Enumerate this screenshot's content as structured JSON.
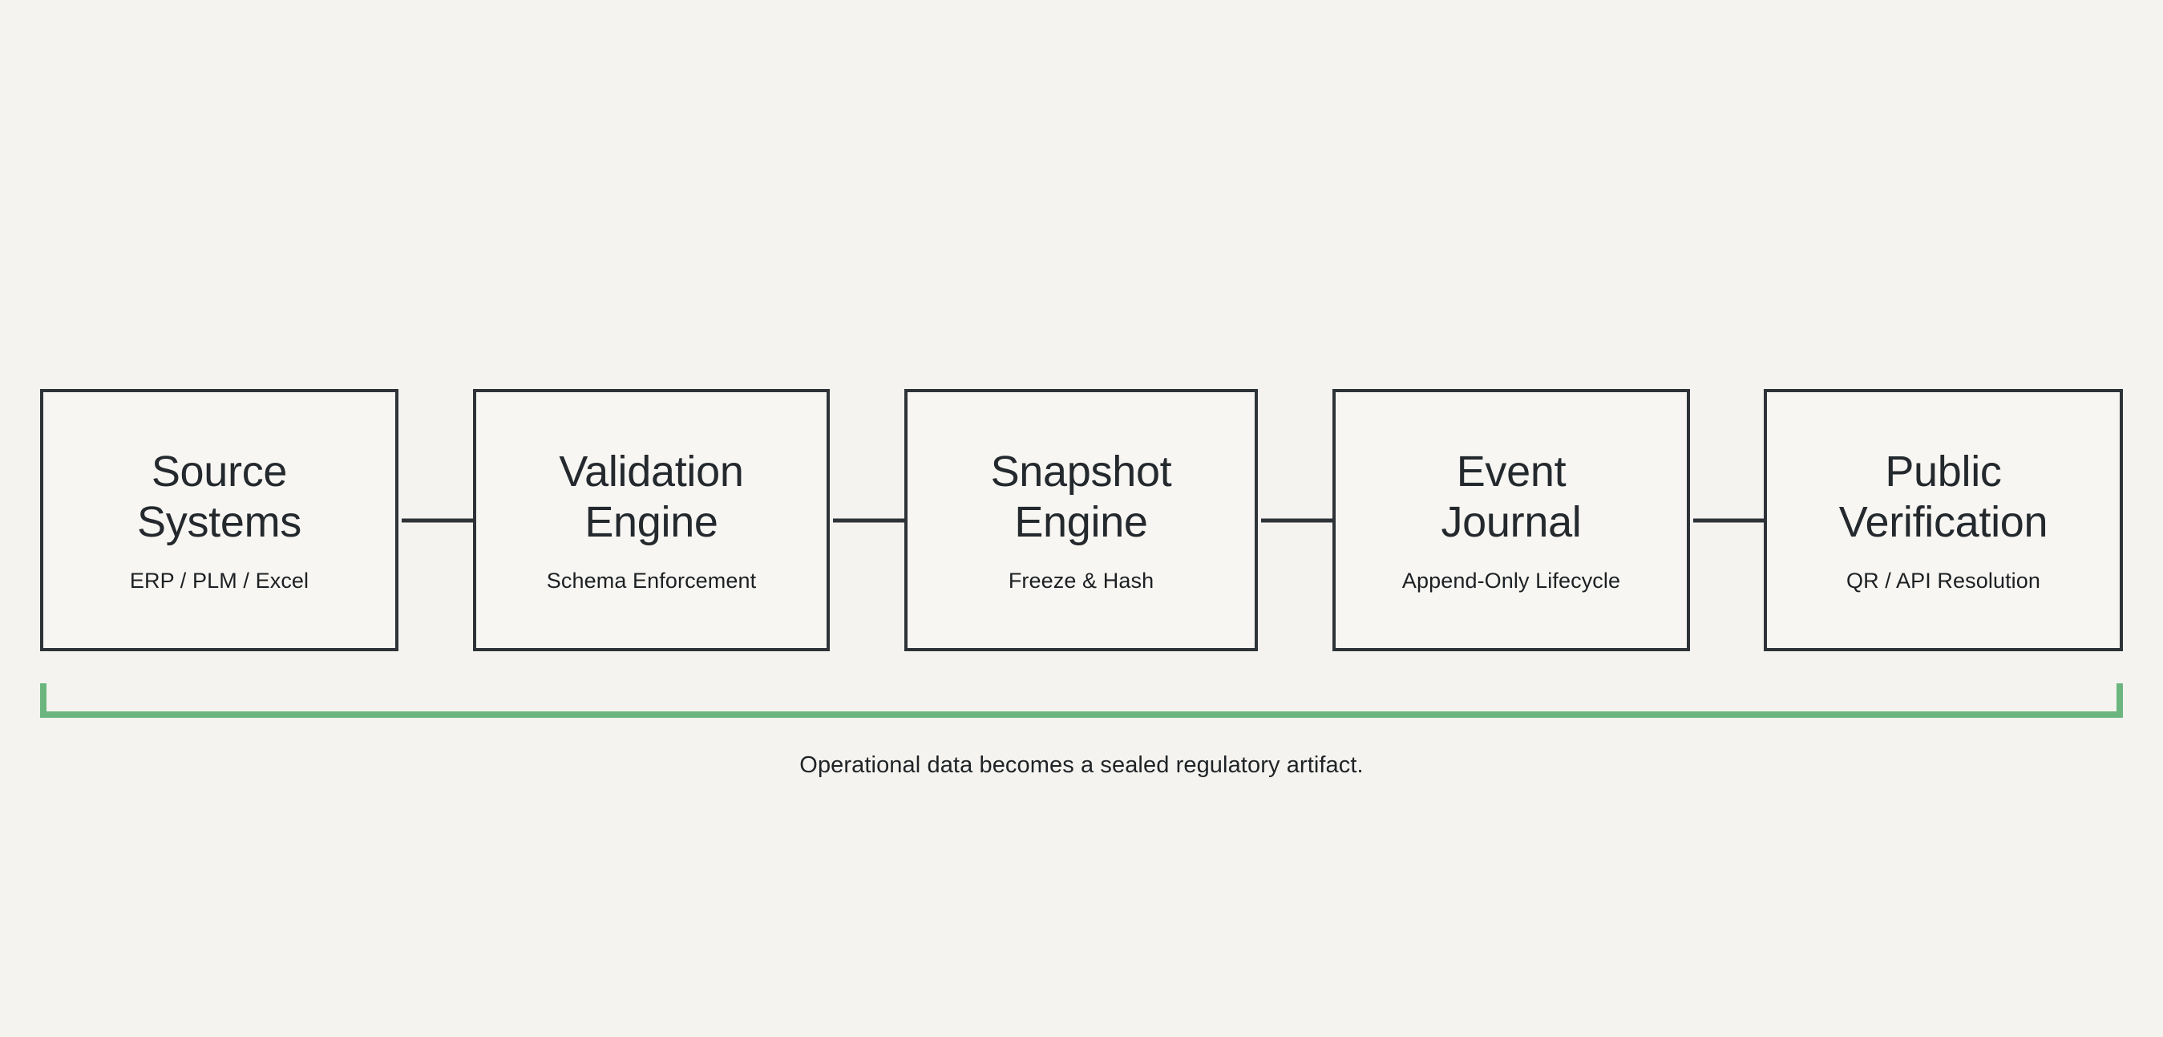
{
  "diagram": {
    "type": "flow-pipeline",
    "orientation": "horizontal",
    "background_color": "#f4f3ef",
    "box_border_color": "#2e3338",
    "box_fill_color": "#f7f6f2",
    "arrow_color": "#2e3338",
    "accent_color": "#6bb67f",
    "caption": "Operational data becomes a sealed regulatory artifact.",
    "stages": [
      {
        "title": "Source\nSystems",
        "subtitle": "ERP / PLM / Excel",
        "name": "source-systems"
      },
      {
        "title": "Validation\nEngine",
        "subtitle": "Schema Enforcement",
        "name": "validation-engine"
      },
      {
        "title": "Snapshot\nEngine",
        "subtitle": "Freeze & Hash",
        "name": "snapshot-engine"
      },
      {
        "title": "Event\nJournal",
        "subtitle": "Append-Only Lifecycle",
        "name": "event-journal"
      },
      {
        "title": "Public\nVerification",
        "subtitle": "QR / API Resolution",
        "name": "public-verification"
      }
    ],
    "connectors": [
      {
        "from": "source-systems",
        "to": "validation-engine",
        "glyph": "arrow-right-icon"
      },
      {
        "from": "validation-engine",
        "to": "snapshot-engine",
        "glyph": "arrow-right-icon"
      },
      {
        "from": "snapshot-engine",
        "to": "event-journal",
        "glyph": "arrow-right-icon"
      },
      {
        "from": "event-journal",
        "to": "public-verification",
        "glyph": "arrow-right-icon"
      }
    ],
    "span_bracket": {
      "name": "full-pipeline-span-bracket",
      "covers": "all stages",
      "color": "#6bb67f"
    }
  }
}
